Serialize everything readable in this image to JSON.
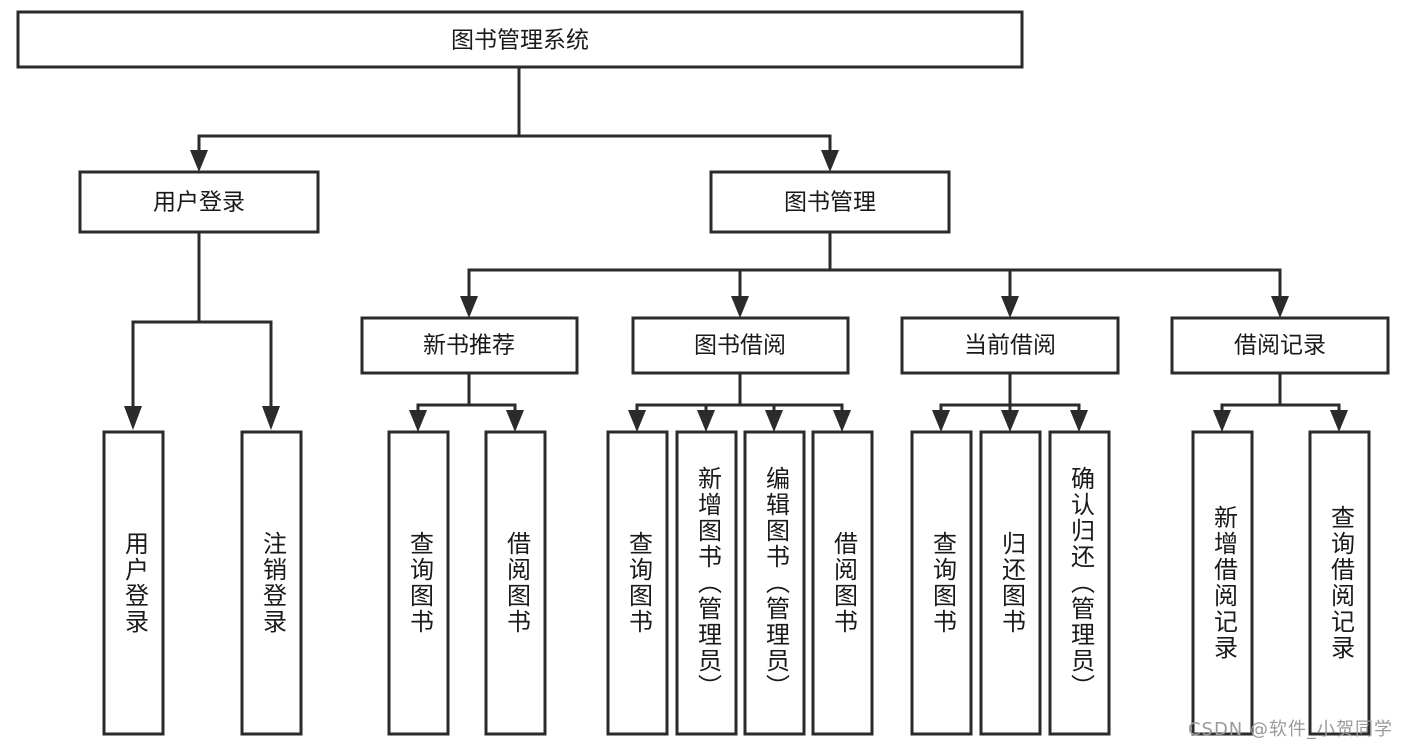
{
  "diagram": {
    "type": "tree",
    "title": "图书管理系统",
    "watermark": "CSDN @软件_小贺同学",
    "colors": {
      "stroke": "#2b2b2b",
      "fill": "#ffffff",
      "text": "#1a1a1a",
      "watermark": "#9a9a9a"
    },
    "nodes": {
      "root": {
        "label": "图书管理系统"
      },
      "level2": [
        {
          "label": "用户登录"
        },
        {
          "label": "图书管理"
        }
      ],
      "level3": [
        {
          "label": "新书推荐"
        },
        {
          "label": "图书借阅"
        },
        {
          "label": "当前借阅"
        },
        {
          "label": "借阅记录"
        }
      ],
      "leaves": {
        "user_login": [
          {
            "label": "用户登录"
          },
          {
            "label": "注销登录"
          }
        ],
        "new_book": [
          {
            "label": "查询图书"
          },
          {
            "label": "借阅图书"
          }
        ],
        "book_borrow": [
          {
            "label": "查询图书"
          },
          {
            "label": "新增图书（管理员）"
          },
          {
            "label": "编辑图书（管理员）"
          },
          {
            "label": "借阅图书"
          }
        ],
        "current_borrow": [
          {
            "label": "查询图书"
          },
          {
            "label": "归还图书"
          },
          {
            "label": "确认归还（管理员）"
          }
        ],
        "borrow_record": [
          {
            "label": "新增借阅记录"
          },
          {
            "label": "查询借阅记录"
          }
        ]
      }
    }
  }
}
